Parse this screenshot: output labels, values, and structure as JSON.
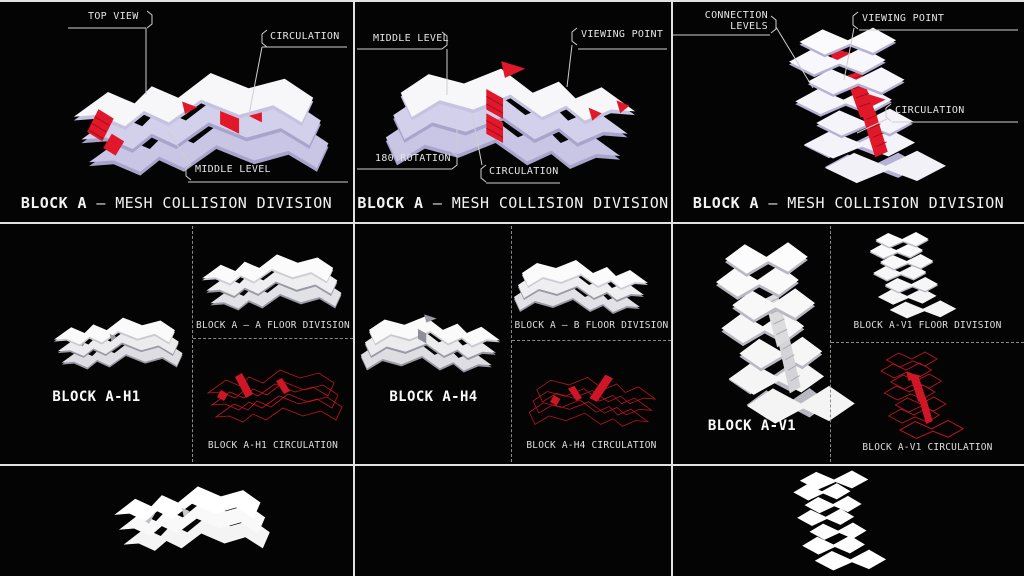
{
  "meta": {
    "background": "#040404",
    "grid_line_color": "#e2e2e2",
    "dashed_line_color": "#8a8a8a",
    "red_accent": "#e0182a",
    "wireframe_red": "#c01422",
    "lavender": "#cfcce9",
    "label_color": "#e4e4e4"
  },
  "panels": {
    "top_left": {
      "caption_block": "BLOCK A",
      "caption_rest": "– MESH COLLISION DIVISION",
      "label_top_view": "TOP VIEW",
      "label_circulation": "CIRCULATION",
      "label_middle_level": "MIDDLE LEVEL"
    },
    "top_middle": {
      "caption_block": "BLOCK A",
      "caption_rest": "– MESH COLLISION DIVISION",
      "label_middle_level": "MIDDLE LEVEL",
      "label_viewing_point": "VIEWING POINT",
      "label_rotation": "180 ROTATION",
      "label_circulation": "CIRCULATION"
    },
    "top_right": {
      "caption_block": "BLOCK A",
      "caption_rest": "– MESH COLLISION DIVISION",
      "label_connection_levels": "CONNECTION LEVELS",
      "label_viewing_point": "VIEWING POINT",
      "label_circulation": "CIRCULATION"
    },
    "mid_left": {
      "block_label": "BLOCK A-H1",
      "floor_division_label": "BLOCK A – A FLOOR DIVISION",
      "circulation_label": "BLOCK A-H1 CIRCULATION"
    },
    "mid_center": {
      "block_label": "BLOCK A-H4",
      "floor_division_label": "BLOCK A – B FLOOR DIVISION",
      "circulation_label": "BLOCK A-H4 CIRCULATION"
    },
    "mid_right": {
      "block_label": "BLOCK A-V1",
      "floor_division_label": "BLOCK A-V1 FLOOR DIVISION",
      "circulation_label": "BLOCK A-V1 CIRCULATION"
    }
  }
}
